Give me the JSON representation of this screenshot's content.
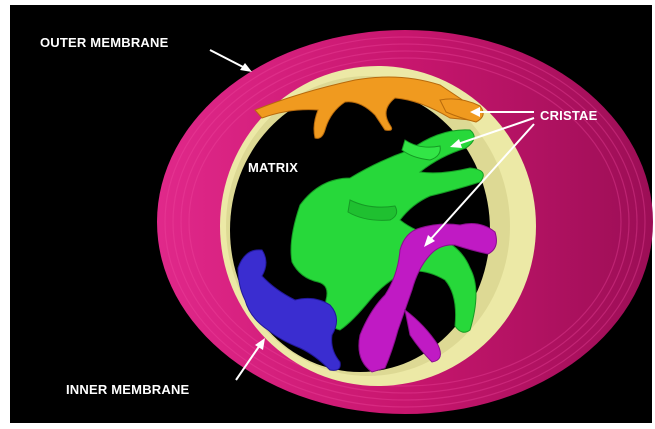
{
  "figure": {
    "labels": {
      "outer_membrane": "OUTER MEMBRANE",
      "cristae": "CRISTAE",
      "matrix": "MATRIX",
      "inner_membrane": "INNER MEMBRANE"
    },
    "colors": {
      "background": "#000000",
      "outer_membrane": "#d01a78",
      "inner_membrane": "#ece9a6",
      "cristae_orange": "#f09a1f",
      "cristae_green": "#27d83a",
      "cristae_magenta": "#c01ac4",
      "cristae_blue": "#3a2dd0",
      "arrows": "#ffffff"
    }
  }
}
